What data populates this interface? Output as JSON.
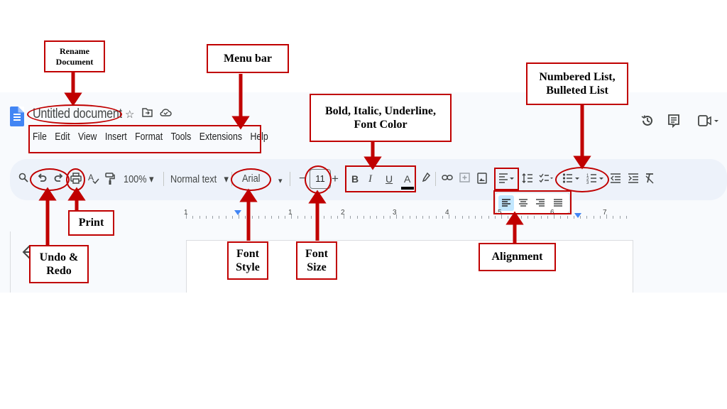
{
  "doc": {
    "title": "Untitled document",
    "menu": [
      "File",
      "Edit",
      "View",
      "Insert",
      "Format",
      "Tools",
      "Extensions",
      "Help"
    ]
  },
  "toolbar": {
    "zoom": "100%",
    "paragraph_style": "Normal text",
    "font": "Arial",
    "font_size": "11",
    "minus": "−",
    "plus": "+",
    "bold": "B",
    "italic": "I",
    "underline": "U",
    "text_color": "A"
  },
  "ruler": {
    "labels": [
      "1",
      "1",
      "2",
      "3",
      "4",
      "5",
      "6",
      "7"
    ]
  },
  "annotations": {
    "rename": "Rename Document",
    "menu_bar": "Menu bar",
    "bold_italic": "Bold, Italic, Underline, Font Color",
    "lists": "Numbered List, Bulleted List",
    "print": "Print",
    "undo_redo": "Undo & Redo",
    "font_style": "Font Style",
    "font_size": "Font Size",
    "alignment": "Alignment"
  },
  "colors": {
    "annotation": "#c00000",
    "docs_blue": "#4285f4",
    "toolbar_bg": "#edf2fa"
  }
}
